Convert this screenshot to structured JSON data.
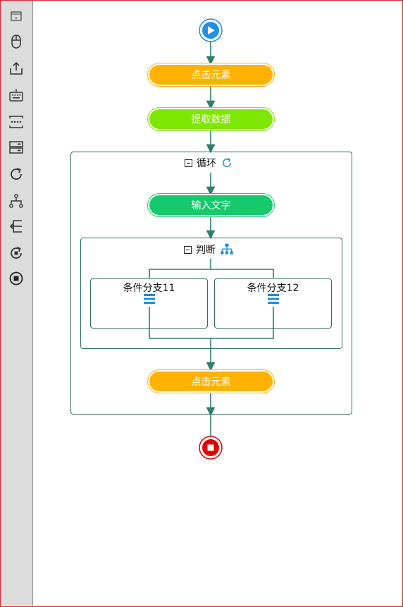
{
  "toolbar": {
    "tools": [
      {
        "icon": "open-page-icon"
      },
      {
        "icon": "mouse-icon"
      },
      {
        "icon": "upload-icon"
      },
      {
        "icon": "keyboard-icon"
      },
      {
        "icon": "extract-data-icon"
      },
      {
        "icon": "server-icon"
      },
      {
        "icon": "loop-icon"
      },
      {
        "icon": "condition-icon"
      },
      {
        "icon": "exit-icon"
      },
      {
        "icon": "loop-end-icon"
      },
      {
        "icon": "stop-icon"
      }
    ]
  },
  "flow": {
    "click_element_1": "点击元素",
    "extract_data": "提取数据",
    "loop_title": "循环",
    "input_text": "输入文字",
    "condition_title": "判断",
    "branch_1": "条件分支11",
    "branch_2": "条件分支12",
    "click_element_2": "点击元素"
  },
  "colors": {
    "orange": "#ffb300",
    "lime": "#7ee600",
    "green": "#16c96c",
    "connector": "#2f7f6a",
    "start": "#1e90e8",
    "stop": "#e00000",
    "accent_blue": "#1a8fd6"
  }
}
